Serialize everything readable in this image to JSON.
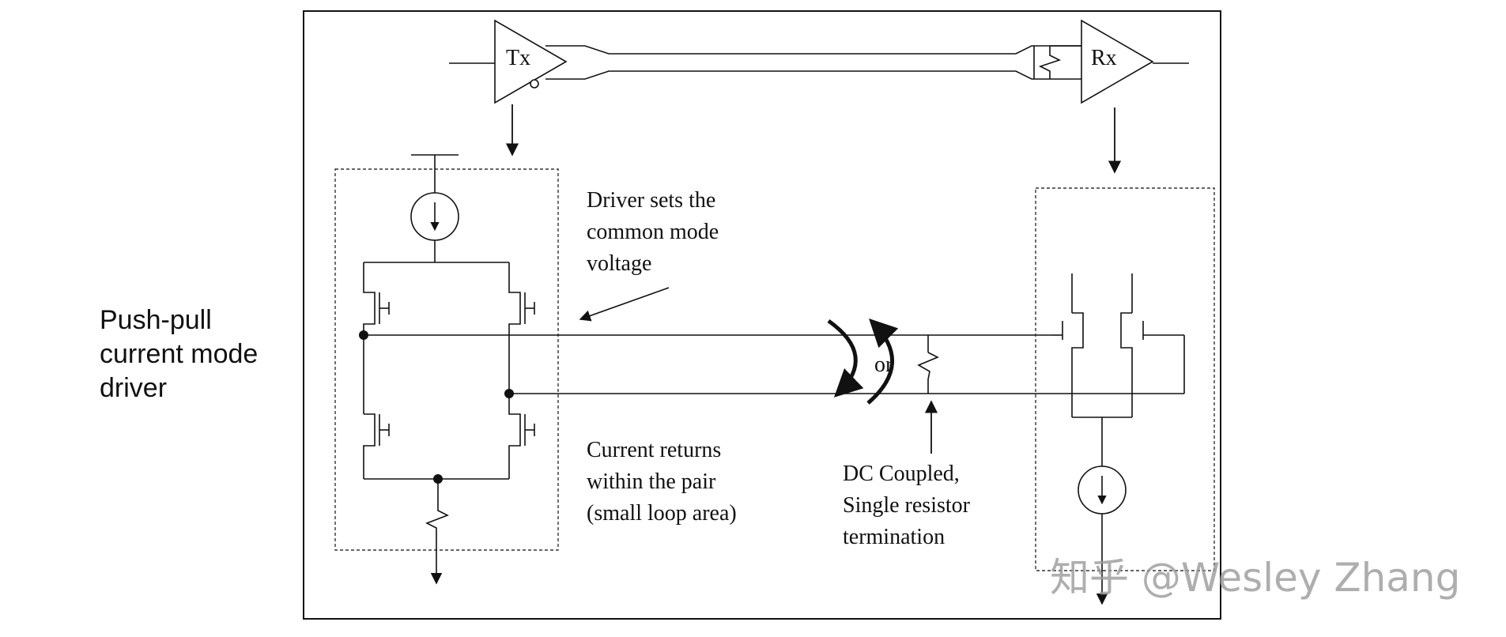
{
  "side_label": "Push-pull\ncurrent mode\ndriver",
  "tx_label": "Tx",
  "rx_label": "Rx",
  "annotations": {
    "driver_common_mode": [
      "Driver sets the",
      "common mode",
      "voltage"
    ],
    "current_returns": [
      "Current returns",
      "within the pair",
      "(small loop area)"
    ],
    "dc_coupled": [
      "DC Coupled,",
      "Single resistor",
      "termination"
    ],
    "or_label": "or"
  },
  "watermark": "知乎 @Wesley Zhang",
  "colors": {
    "line": "#111111",
    "background": "#ffffff",
    "watermark": "#9a9a9a"
  }
}
